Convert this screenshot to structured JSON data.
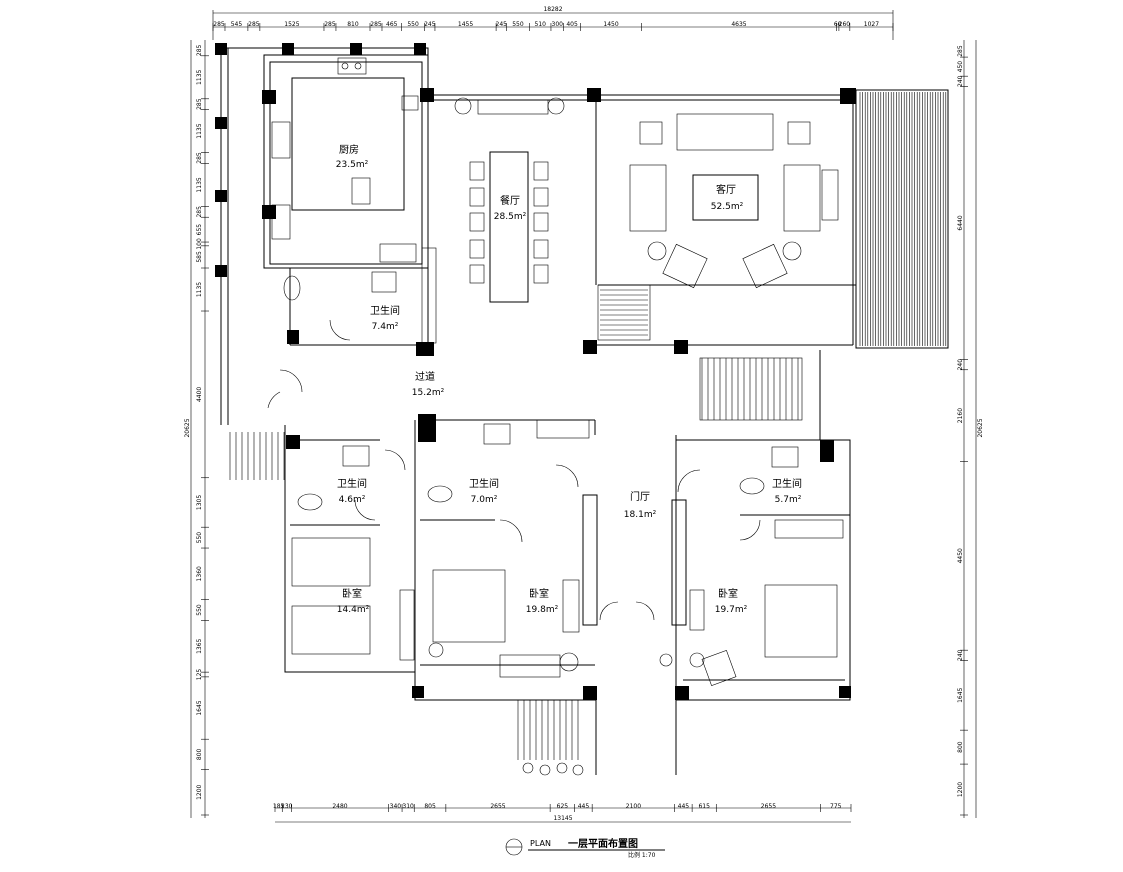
{
  "rooms": {
    "kitchen": {
      "name": "厨房",
      "area": "23.5m²"
    },
    "dining": {
      "name": "餐厅",
      "area": "28.5m²"
    },
    "living": {
      "name": "客厅",
      "area": "52.5m²"
    },
    "bath_top": {
      "name": "卫生间",
      "area": "7.4m²"
    },
    "corridor": {
      "name": "过道",
      "area": "15.2m²"
    },
    "bath_left": {
      "name": "卫生间",
      "area": "4.6m²"
    },
    "bath_mid": {
      "name": "卫生间",
      "area": "7.0m²"
    },
    "foyer": {
      "name": "门厅",
      "area": "18.1m²"
    },
    "bath_right": {
      "name": "卫生间",
      "area": "5.7m²"
    },
    "bed_left": {
      "name": "卧室",
      "area": "14.4m²"
    },
    "bed_mid": {
      "name": "卧室",
      "area": "19.8m²"
    },
    "bed_right": {
      "name": "卧室",
      "area": "19.7m²"
    }
  },
  "dims": {
    "top_total": "18282",
    "top": [
      "285",
      "545",
      "285",
      "1525",
      "285",
      "810",
      "285",
      "465",
      "550",
      "245",
      "1455",
      "245",
      "550",
      "510",
      "300",
      "405",
      "1450",
      "4635",
      "60",
      "260",
      "1027"
    ],
    "bottom_total": "13145",
    "bottom": [
      "185",
      "230",
      "2480",
      "340",
      "310",
      "805",
      "2655",
      "625",
      "445",
      "2100",
      "445",
      "615",
      "2655",
      "775"
    ],
    "left_total": "20625",
    "left": [
      "285",
      "1135",
      "285",
      "1135",
      "285",
      "1135",
      "285",
      "655",
      "100",
      "585",
      "1135",
      "4400",
      "1305",
      "550",
      "1360",
      "550",
      "1365",
      "125",
      "1645",
      "800",
      "1200"
    ],
    "right_total": "20625",
    "right": [
      "285",
      "450",
      "240",
      "6440",
      "240",
      "2160",
      "4450",
      "240",
      "1645",
      "800",
      "1200"
    ]
  },
  "title": {
    "code": "PLAN",
    "text": "一层平面布置图",
    "scale": "比例  1:70"
  }
}
